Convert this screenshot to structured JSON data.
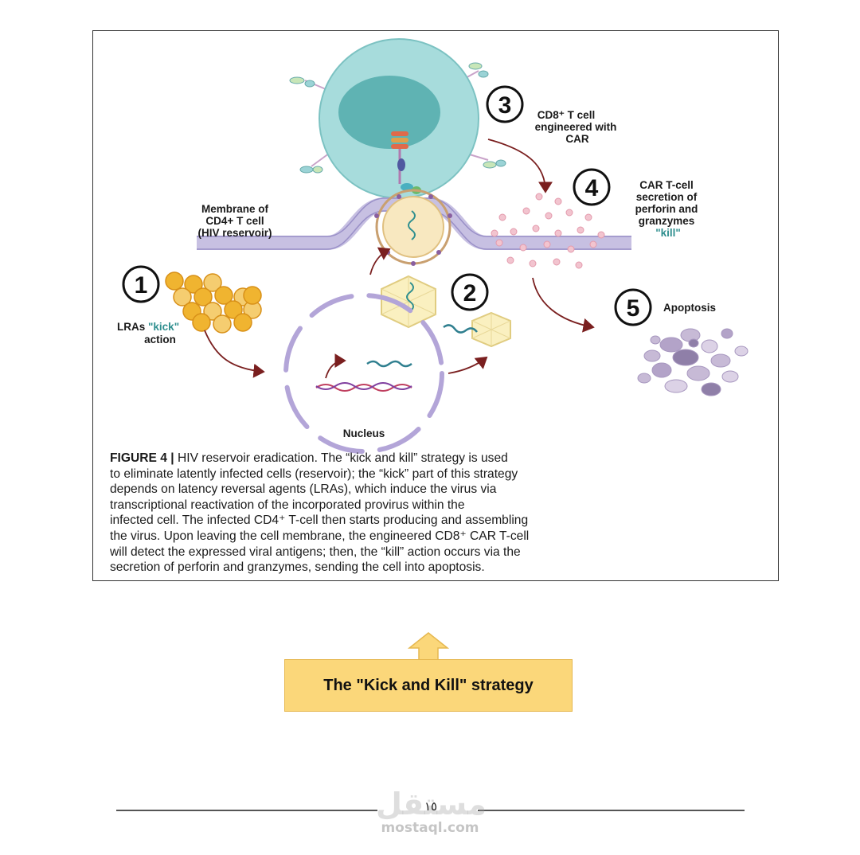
{
  "figure": {
    "steps": {
      "step1": {
        "number": "1",
        "label_line1_a": "LRAs ",
        "label_line1_b": "\"kick\"",
        "label_line2": "action"
      },
      "step2": {
        "number": "2"
      },
      "step3": {
        "number": "3",
        "label": [
          "CD8⁺ T cell",
          "engineered with",
          "CAR"
        ]
      },
      "step4": {
        "number": "4",
        "label": [
          "CAR T-cell",
          "secretion of",
          "perforin and",
          "granzymes"
        ],
        "label_highlight": "\"kill\""
      },
      "step5": {
        "number": "5",
        "label": "Apoptosis"
      }
    },
    "membrane_label": [
      "Membrane of",
      "CD4+ T cell",
      "(HIV reservoir)"
    ],
    "nucleus_label": "Nucleus",
    "colors": {
      "highlight": "#2f8f8f",
      "arrow": "#7a1f1f",
      "tcell": "#a7dcdc",
      "membrane": "#b9b2d8",
      "callout": "#fbd77a"
    }
  },
  "caption": {
    "lead": "FIGURE 4 |",
    "lines": [
      "HIV reservoir eradication. The “kick and kill” strategy is used",
      "to eliminate latently infected cells (reservoir); the “kick” part of this strategy",
      "depends on latency reversal agents (LRAs), which induce the virus via",
      "transcriptional reactivation of the incorporated provirus within the",
      "infected cell. The infected CD4⁺ T-cell then starts producing and assembling",
      "the virus. Upon leaving the cell membrane, the engineered CD8⁺ CAR T-cell",
      "will detect the expressed viral antigens; then, the “kill” action occurs via the",
      "secretion of perforin and granzymes, sending the cell into apoptosis."
    ]
  },
  "callout": {
    "text": "The \"Kick and Kill\" strategy"
  },
  "footer": {
    "page_number": "١٥",
    "watermark_arabic": "مستقل",
    "watermark_latin": "mostaql.com"
  }
}
